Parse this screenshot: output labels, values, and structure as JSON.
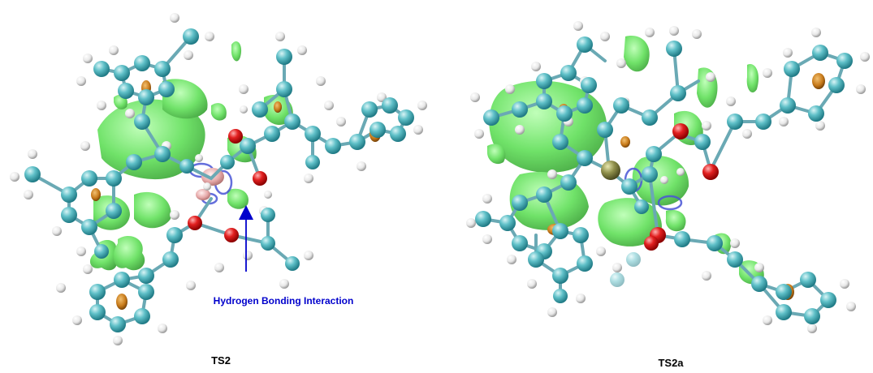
{
  "panels": [
    {
      "id": "ts2",
      "label": "TS2"
    },
    {
      "id": "ts2a",
      "label": "TS2a"
    }
  ],
  "annotation": {
    "text": "Hydrogen Bonding Interaction"
  },
  "colors": {
    "carbon": "#4fb3bd",
    "hydrogen": "#f2f2f2",
    "oxygen": "#e01414",
    "metal": "#8f8f4a",
    "ring_centroid": "#c77a1a",
    "noncovalent_surface": "#55dd55",
    "attractive_surface": "#4a55d6",
    "repulsive_surface": "#e6a8a8",
    "bond": "#6aa9b4",
    "arrow": "#0000cc"
  }
}
